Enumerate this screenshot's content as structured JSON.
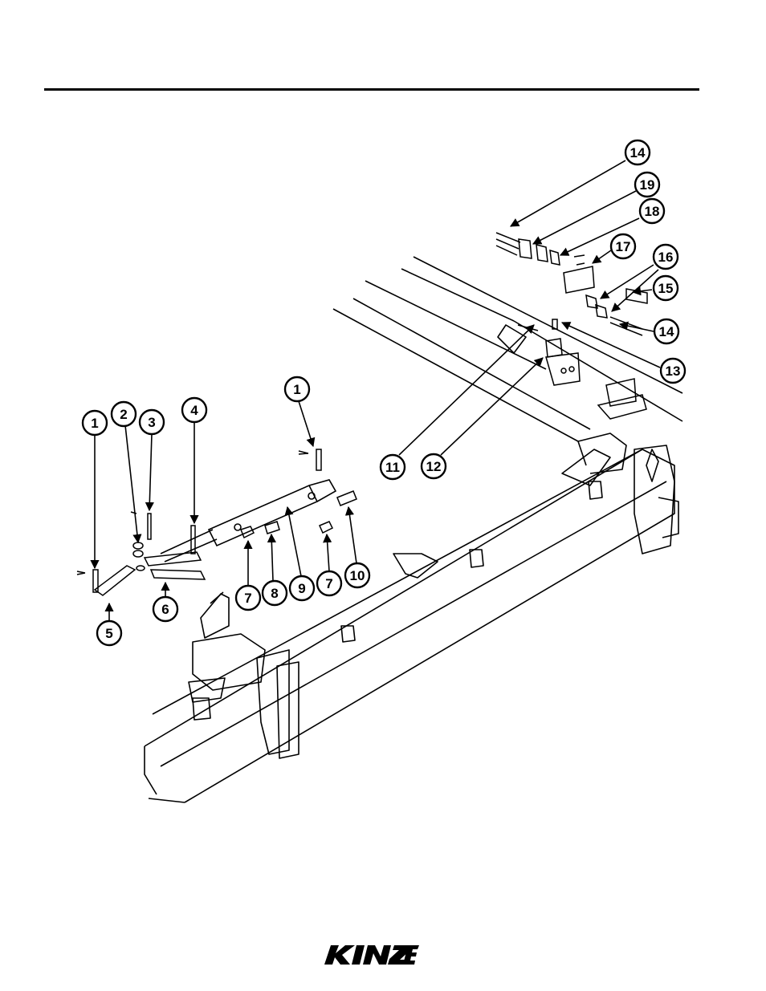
{
  "diagram": {
    "callouts": [
      {
        "id": "c1a",
        "label": "1"
      },
      {
        "id": "c2",
        "label": "2"
      },
      {
        "id": "c3",
        "label": "3"
      },
      {
        "id": "c4",
        "label": "4"
      },
      {
        "id": "c1b",
        "label": "1"
      },
      {
        "id": "c5",
        "label": "5"
      },
      {
        "id": "c6",
        "label": "6"
      },
      {
        "id": "c7a",
        "label": "7"
      },
      {
        "id": "c8",
        "label": "8"
      },
      {
        "id": "c9",
        "label": "9"
      },
      {
        "id": "c7b",
        "label": "7"
      },
      {
        "id": "c10",
        "label": "10"
      },
      {
        "id": "c11",
        "label": "11"
      },
      {
        "id": "c12",
        "label": "12"
      },
      {
        "id": "c13",
        "label": "13"
      },
      {
        "id": "c14a",
        "label": "14"
      },
      {
        "id": "c19",
        "label": "19"
      },
      {
        "id": "c18",
        "label": "18"
      },
      {
        "id": "c17",
        "label": "17"
      },
      {
        "id": "c16",
        "label": "16"
      },
      {
        "id": "c15",
        "label": "15"
      },
      {
        "id": "c14b",
        "label": "14"
      }
    ]
  },
  "footer": {
    "brand": "KINZE"
  }
}
